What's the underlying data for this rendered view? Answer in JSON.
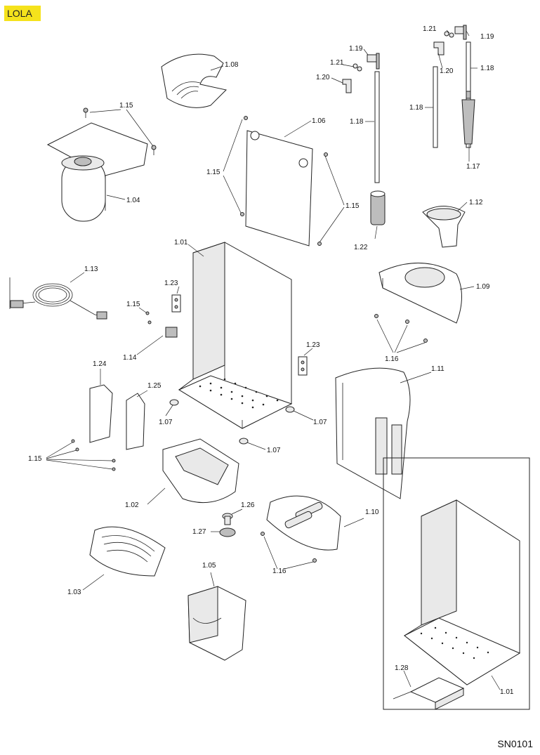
{
  "header": {
    "model_tag": "LOLA"
  },
  "footer": {
    "drawing_code": "SN0101"
  },
  "labels": {
    "l_1_01": "1.01",
    "l_1_01b": "1.01",
    "l_1_02": "1.02",
    "l_1_03": "1.03",
    "l_1_04": "1.04",
    "l_1_05": "1.05",
    "l_1_06": "1.06",
    "l_1_07a": "1.07",
    "l_1_07b": "1.07",
    "l_1_07c": "1.07",
    "l_1_08": "1.08",
    "l_1_09": "1.09",
    "l_1_10": "1.10",
    "l_1_11": "1.11",
    "l_1_12": "1.12",
    "l_1_13": "1.13",
    "l_1_14": "1.14",
    "l_1_15a": "1.15",
    "l_1_15b": "1.15",
    "l_1_15c": "1.15",
    "l_1_15d": "1.15",
    "l_1_15e": "1.15",
    "l_1_16a": "1.16",
    "l_1_16b": "1.16",
    "l_1_17": "1.17",
    "l_1_18a": "1.18",
    "l_1_18b": "1.18",
    "l_1_18c": "1.18",
    "l_1_19a": "1.19",
    "l_1_19b": "1.19",
    "l_1_20a": "1.20",
    "l_1_20b": "1.20",
    "l_1_21a": "1.21",
    "l_1_21b": "1.21",
    "l_1_22": "1.22",
    "l_1_23a": "1.23",
    "l_1_23b": "1.23",
    "l_1_24": "1.24",
    "l_1_25": "1.25",
    "l_1_26": "1.26",
    "l_1_27": "1.27",
    "l_1_28": "1.28"
  }
}
